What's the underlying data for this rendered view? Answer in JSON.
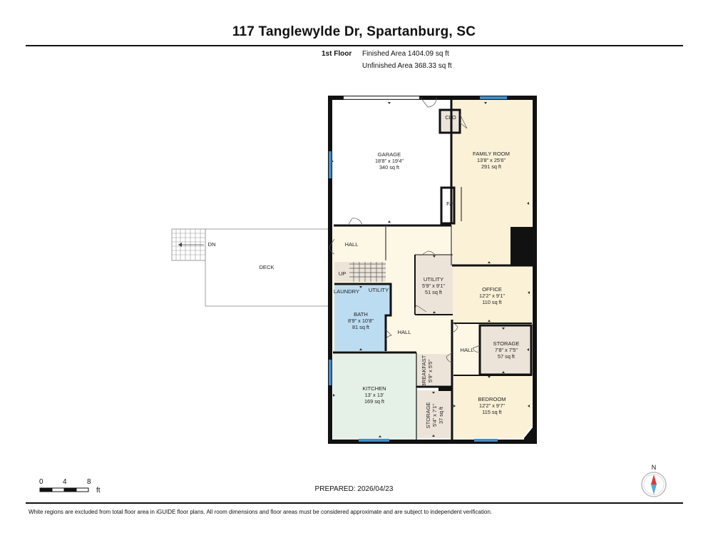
{
  "header": {
    "title": "117 Tanglewylde Dr, Spartanburg, SC"
  },
  "floor_info": {
    "floor": "1st Floor",
    "finished": "Finished Area 1404.09 sq ft",
    "unfinished": "Unfinished Area 368.33 sq ft"
  },
  "rooms": {
    "garage": {
      "name": "GARAGE",
      "dims": "18'8\" x 19'4\"",
      "area": "340 sq ft"
    },
    "family": {
      "name": "FAMILY ROOM",
      "dims": "13'8\" x 25'6\"",
      "area": "291 sq ft"
    },
    "clo": {
      "name": "CLO"
    },
    "fp": {
      "name": "F/P"
    },
    "hall_top": {
      "name": "HALL"
    },
    "deck": {
      "name": "DECK"
    },
    "dn": {
      "name": "DN"
    },
    "up": {
      "name": "UP"
    },
    "laundry": {
      "name": "LAUNDRY"
    },
    "utility_small": {
      "name": "UTILITY"
    },
    "utility": {
      "name": "UTILITY",
      "dims": "5'9\" x 9'1\"",
      "area": "51 sq ft"
    },
    "office": {
      "name": "OFFICE",
      "dims": "12'2\" x 9'1\"",
      "area": "110 sq ft"
    },
    "bath": {
      "name": "BATH",
      "dims": "8'9\" x 10'8\"",
      "area": "81 sq ft"
    },
    "hall_mid": {
      "name": "HALL"
    },
    "hall_right": {
      "name": "HALL"
    },
    "storage_right": {
      "name": "STORAGE",
      "dims": "7'8\" x 7'5\"",
      "area": "57 sq ft"
    },
    "breakfast": {
      "name": "BREAKFAST",
      "dims": "5'9\" x 5'5\""
    },
    "kitchen": {
      "name": "KITCHEN",
      "dims": "13' x 13'",
      "area": "169 sq ft"
    },
    "storage_small": {
      "name": "STORAGE",
      "dims": "5'4\" x 7'1\"",
      "area": "37 sq ft"
    },
    "bedroom": {
      "name": "BEDROOM",
      "dims": "12'2\" x 9'7\"",
      "area": "115 sq ft"
    }
  },
  "colors": {
    "garage": "#ffffff",
    "family": "#fbf1d7",
    "hall": "#fdf8e6",
    "office": "#fbf1d7",
    "bedroom": "#fbf1d7",
    "utility": "#ece4d9",
    "storage": "#ece4d9",
    "bath": "#bcdcf2",
    "kitchen": "#e5f1e6",
    "window": "#3f8dc6",
    "wall": "#111111"
  },
  "scale_bar": {
    "marks": [
      "0",
      "4",
      "8"
    ],
    "unit": "ft"
  },
  "prepared": "PREPARED: 2026/04/23",
  "compass": {
    "label": "N"
  },
  "footer": {
    "disclaimer": "White regions are excluded from total floor area in iGUIDE floor plans. All room dimensions and floor areas must be considered approximate and are subject to independent verification."
  }
}
